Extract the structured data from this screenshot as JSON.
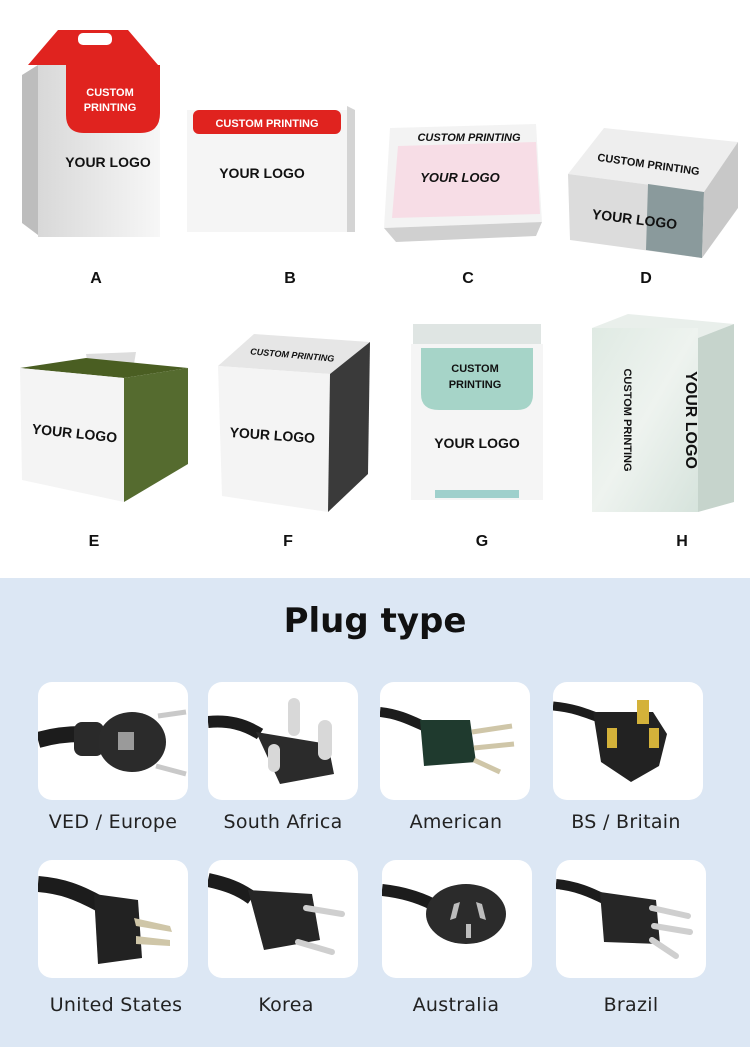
{
  "boxes": [
    {
      "letter": "A",
      "printing": "CUSTOM PRINTING",
      "printing_line1": "CUSTOM",
      "printing_line2": "PRINTING",
      "logo": "YOUR LOGO"
    },
    {
      "letter": "B",
      "printing": "CUSTOM PRINTING",
      "logo": "YOUR LOGO"
    },
    {
      "letter": "C",
      "printing": "CUSTOM PRINTING",
      "logo": "YOUR LOGO"
    },
    {
      "letter": "D",
      "printing": "CUSTOM PRINTING",
      "logo": "YOUR LOGO"
    },
    {
      "letter": "E",
      "logo": "YOUR LOGO"
    },
    {
      "letter": "F",
      "printing": "CUSTOM PRINTING",
      "logo": "YOUR LOGO"
    },
    {
      "letter": "G",
      "printing_line1": "CUSTOM",
      "printing_line2": "PRINTING",
      "logo": "YOUR LOGO"
    },
    {
      "letter": "H",
      "printing": "CUSTOM PRINTING",
      "logo": "YOUR LOGO"
    }
  ],
  "plug_section": {
    "title": "Plug type",
    "plugs": [
      {
        "label": "VED / Europe",
        "icon": "europe-plug-icon"
      },
      {
        "label": "South Africa",
        "icon": "south-africa-plug-icon"
      },
      {
        "label": "American",
        "icon": "american-plug-icon"
      },
      {
        "label": "BS / Britain",
        "icon": "britain-plug-icon"
      },
      {
        "label": "United States",
        "icon": "us-plug-icon"
      },
      {
        "label": "Korea",
        "icon": "korea-plug-icon"
      },
      {
        "label": "Australia",
        "icon": "australia-plug-icon"
      },
      {
        "label": "Brazil",
        "icon": "brazil-plug-icon"
      }
    ]
  },
  "colors": {
    "background_bottom": "#dce7f4",
    "red": "#e0231f",
    "pink": "#f7dde6",
    "teal": "#a6d4c8",
    "olive": "#556b2f"
  }
}
